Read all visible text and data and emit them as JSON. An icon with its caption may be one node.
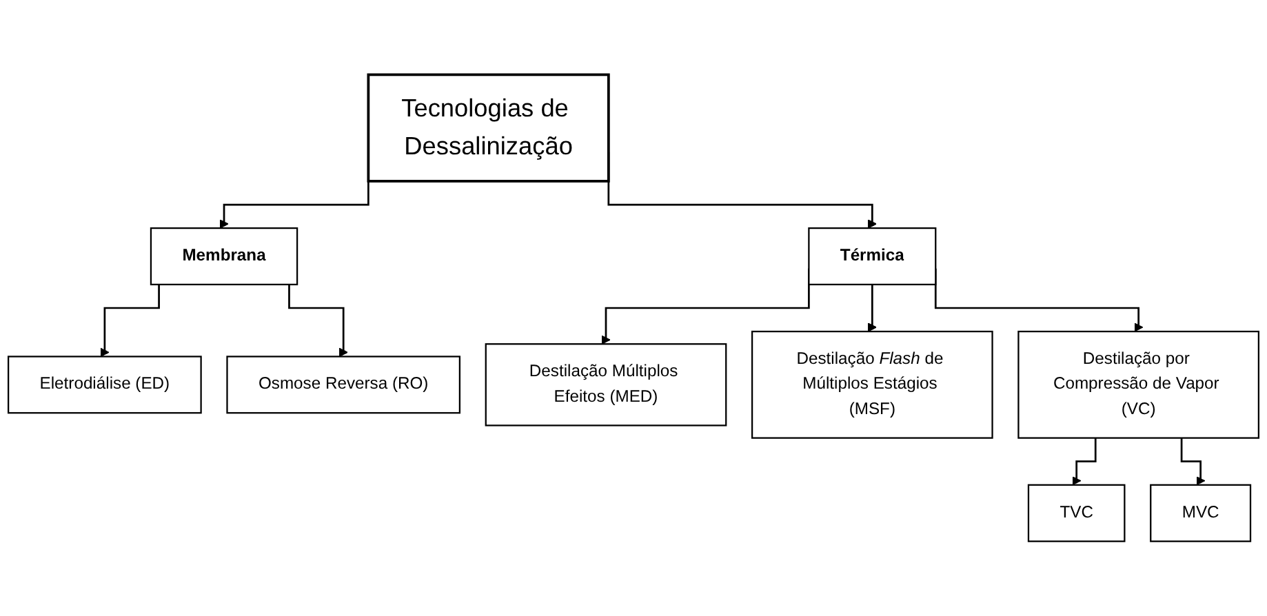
{
  "diagram": {
    "nodes": [
      {
        "text": [
          "Tecnologias de Dessalinização"
        ]
      },
      {
        "text": [
          "Membrana"
        ]
      },
      {
        "text": [
          "Térmica"
        ]
      },
      {
        "text": [
          "Eletrodiálise (ED)"
        ]
      },
      {
        "text": [
          "Osmose Reversa (RO)"
        ]
      },
      {
        "text": [
          "Destilação Múltiplos Efeitos (MED)"
        ]
      },
      {
        "text": [
          "Destilação *Flash* de Múltiplos Estágios (MSF)"
        ]
      },
      {
        "text": [
          "Destilação por Compressão de Vapor (VC)"
        ]
      },
      {
        "text": [
          "TVC"
        ]
      },
      {
        "text": [
          "MVC"
        ]
      }
    ],
    "edges": [
      {
        "from": 0,
        "to": 1,
        "arrow": "to"
      },
      {
        "from": 0,
        "to": 2,
        "arrow": "to"
      },
      {
        "from": 1,
        "to": 3,
        "arrow": "to"
      },
      {
        "from": 1,
        "to": 4,
        "arrow": "to"
      },
      {
        "from": 2,
        "to": 5,
        "arrow": "to"
      },
      {
        "from": 2,
        "to": 6,
        "arrow": "to"
      },
      {
        "from": 2,
        "to": 7,
        "arrow": "to"
      },
      {
        "from": 7,
        "to": 8,
        "arrow": "to"
      },
      {
        "from": 7,
        "to": 9,
        "arrow": "to"
      }
    ]
  }
}
